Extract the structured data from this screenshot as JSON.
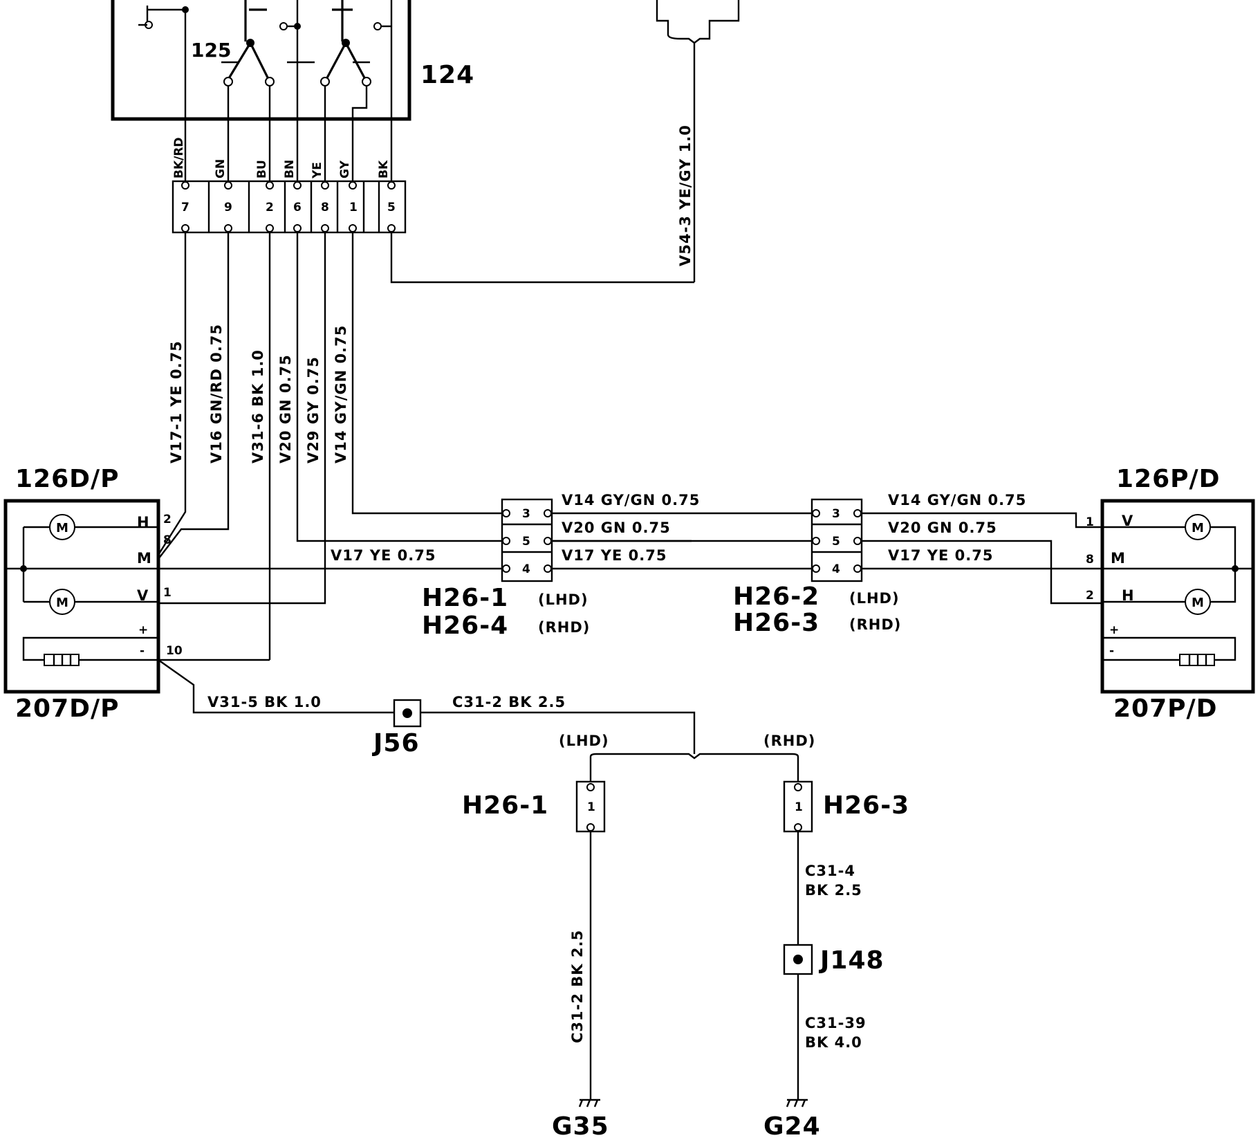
{
  "components": {
    "c124": "124",
    "c125": "125",
    "m_left_top": "126D/P",
    "m_left_bot": "207D/P",
    "m_right_top": "126P/D",
    "m_right_bot": "207P/D",
    "j56": "J56",
    "j148": "J148",
    "g35": "G35",
    "g24": "G24",
    "h26_1": "H26-1",
    "h26_4": "H26-4",
    "h26_2": "H26-2",
    "h26_3": "H26-3",
    "lhd": "(LHD)",
    "rhd": "(RHD)"
  },
  "switch_connector": {
    "wire_colors": [
      "BK/RD",
      "GN",
      "BU",
      "BN",
      "YE",
      "GY",
      "BK"
    ],
    "pins": [
      "7",
      "9",
      "2",
      "6",
      "8",
      "1",
      "5"
    ]
  },
  "wires": {
    "v17_1": "V17-1  YE 0.75",
    "v16": "V16  GN/RD 0.75",
    "v31_6": "V31-6  BK  1.0",
    "v20": "V20  GN 0.75",
    "v29": "V29  GY 0.75",
    "v14": "V14  GY/GN 0.75",
    "v54_3": "V54-3  YE/GY 1.0",
    "h_v14": "V14  GY/GN 0.75",
    "h_v20": "V20  GN 0.75",
    "h_v17": "V17  YE 0.75",
    "v31_5": "V31-5  BK  1.0",
    "c31_2_top": "C31-2  BK  2.5",
    "c31_2_vert": "C31-2     BK  2.5",
    "c31_4a": "C31-4",
    "c31_4b": "BK  2.5",
    "c31_39a": "C31-39",
    "c31_39b": "BK  4.0"
  },
  "inline_connector_pins": [
    "3",
    "5",
    "4"
  ],
  "ground_connector_pin": "1",
  "motor_left": {
    "h": "H",
    "m": "M",
    "v": "V",
    "plus": "+",
    "minus": "-",
    "pins": [
      "2",
      "8",
      "1",
      "10"
    ]
  },
  "motor_right": {
    "v": "V",
    "m": "M",
    "h": "H",
    "plus": "+",
    "minus": "-",
    "pins": [
      "1",
      "8",
      "2"
    ]
  },
  "motor_symbol": "M"
}
